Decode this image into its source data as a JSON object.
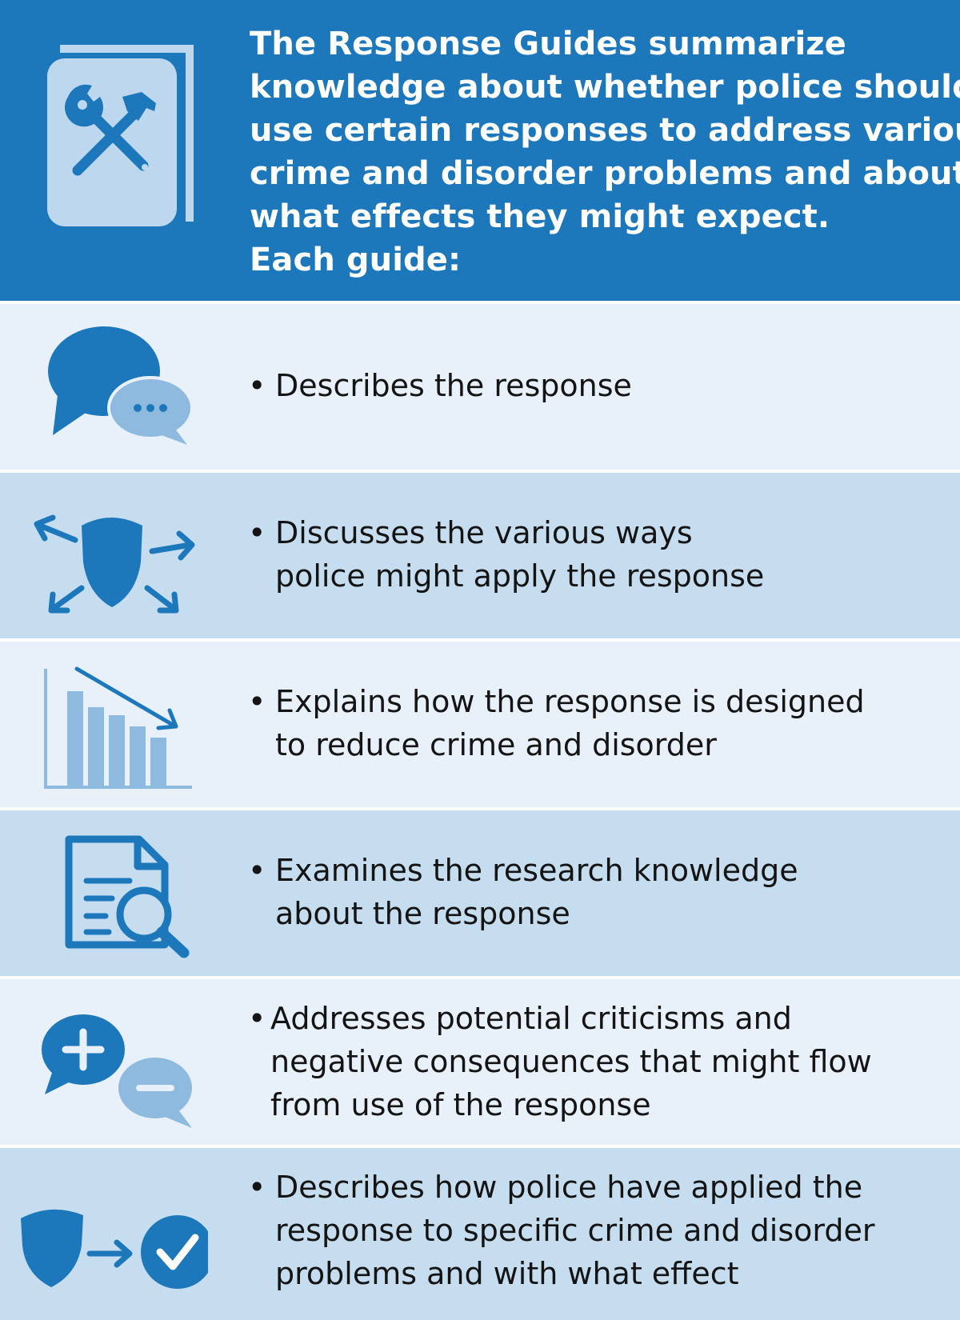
{
  "header": {
    "lines": [
      "The Response Guides summarize",
      "knowledge about whether police should",
      "use certain responses to address various",
      "crime and disorder problems and about",
      "what effects they might expect.",
      "Each guide:"
    ],
    "icon": "book-tools-icon"
  },
  "bullet_glyph": "•",
  "items": [
    {
      "icon": "speech-bubbles-icon",
      "lines": [
        "Describes the response"
      ]
    },
    {
      "icon": "shield-arrows-icon",
      "lines": [
        "Discusses the various ways",
        "police might apply the response"
      ]
    },
    {
      "icon": "declining-bar-chart-icon",
      "lines": [
        "Explains how the response is designed",
        "to reduce crime and disorder"
      ]
    },
    {
      "icon": "document-search-icon",
      "lines": [
        "Examines the research knowledge",
        "about the response"
      ]
    },
    {
      "icon": "plus-minus-bubbles-icon",
      "lines": [
        "Addresses potential criticisms and",
        "negative consequences that might flow",
        "from use of the response"
      ]
    },
    {
      "icon": "shield-to-check-icon",
      "lines": [
        "Describes how police have applied the",
        "response to specific crime and disorder",
        "problems and with what effect"
      ]
    }
  ],
  "colors": {
    "header_bg": "#1d77bb",
    "row_light": "#e8f1f9",
    "row_mid": "#c5ddee",
    "icon_dark": "#1d77bb",
    "icon_light": "#8fbadf",
    "icon_pale": "#bdd8ee"
  }
}
